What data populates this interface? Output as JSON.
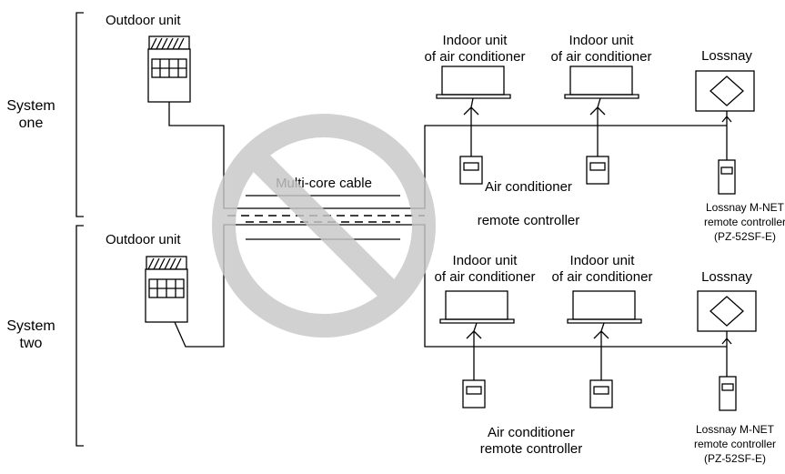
{
  "systems": [
    {
      "label_line1": "System",
      "label_line2": "one",
      "outdoor_label": "Outdoor unit",
      "indoor_units": [
        {
          "line1": "Indoor unit",
          "line2": "of air conditioner"
        },
        {
          "line1": "Indoor unit",
          "line2": "of air conditioner"
        }
      ],
      "lossnay_label": "Lossnay",
      "ac_remote": {
        "line1": "Air conditioner",
        "line2": "remote controller"
      },
      "lossnay_remote": {
        "line1": "Lossnay M-NET",
        "line2": "remote controller",
        "line3": "(PZ-52SF-E)"
      }
    },
    {
      "label_line1": "System",
      "label_line2": "two",
      "outdoor_label": "Outdoor unit",
      "indoor_units": [
        {
          "line1": "Indoor unit",
          "line2": "of air conditioner"
        },
        {
          "line1": "Indoor unit",
          "line2": "of air conditioner"
        }
      ],
      "lossnay_label": "Lossnay",
      "ac_remote": {
        "line1": "Air conditioner",
        "line2": "remote controller"
      },
      "lossnay_remote": {
        "line1": "Lossnay M-NET",
        "line2": "remote controller",
        "line3": "(PZ-52SF-E)"
      }
    }
  ],
  "cable_label": "Multi-core cable",
  "prohibition_sign": {
    "color": "#c8c8c8"
  }
}
